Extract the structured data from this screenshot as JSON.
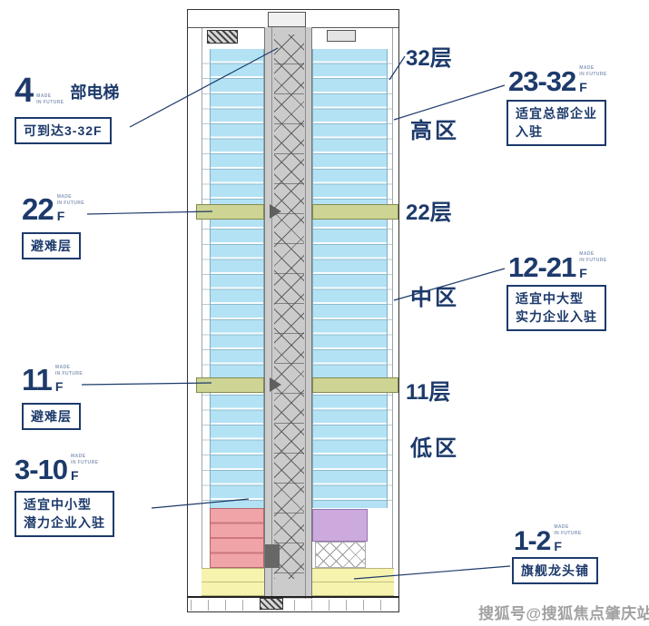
{
  "colors": {
    "navy": "#1d3a6b",
    "floor_blue": "#b3e2f4",
    "refuge_green": "#ced493",
    "podium_red": "#f0a4a8",
    "podium_purple": "#cdaade",
    "retail_yellow": "#f6f3ae",
    "core_gray": "#cbcbcb",
    "watermark_gray": "#a2a2a2"
  },
  "left": {
    "elevator": {
      "number": "4",
      "tiny1": "MADE",
      "tiny2": "IN FUTURE",
      "label": "部电梯",
      "box": "可到达3-32F"
    },
    "r22": {
      "number": "22",
      "tiny1": "MADE",
      "tiny2": "IN FUTURE",
      "unit": "F",
      "box": "避难层"
    },
    "r11": {
      "number": "11",
      "tiny1": "MADE",
      "tiny2": "IN FUTURE",
      "unit": "F",
      "box": "避难层"
    },
    "z310": {
      "number": "3-10",
      "tiny1": "MADE",
      "tiny2": "IN FUTURE",
      "unit": "F",
      "box1": "适宜中小型",
      "box2": "潜力企业入驻"
    }
  },
  "right": {
    "floor32": "32层",
    "zone_high": "高区",
    "z2332": {
      "number": "23-32",
      "tiny1": "MADE",
      "tiny2": "IN FUTURE",
      "unit": "F",
      "box1": "适宜总部企业",
      "box2": "入驻"
    },
    "floor22": "22层",
    "z1221": {
      "number": "12-21",
      "tiny1": "MADE",
      "tiny2": "IN FUTURE",
      "unit": "F",
      "box1": "适宜中大型",
      "box2": "实力企业入驻"
    },
    "zone_mid": "中区",
    "floor11": "11层",
    "zone_low": "低区",
    "z12": {
      "number": "1-2",
      "tiny1": "MADE",
      "tiny2": "IN FUTURE",
      "unit": "F",
      "box": "旗舰龙头铺"
    }
  },
  "watermark": "搜狐号@搜狐焦点肇庆站"
}
